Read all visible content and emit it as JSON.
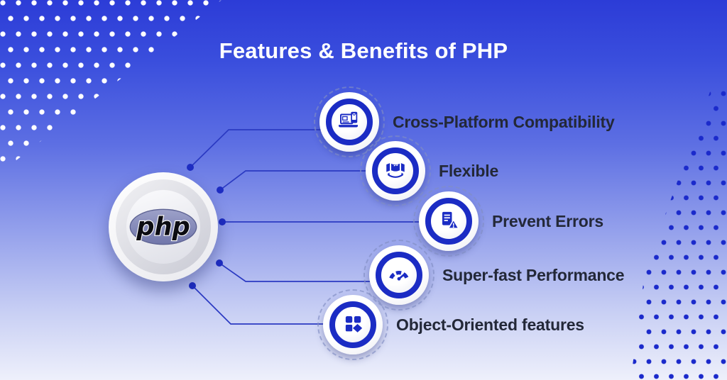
{
  "title": "Features & Benefits of PHP",
  "hub": {
    "logo_text": "php"
  },
  "features": [
    {
      "label": "Cross-Platform Compatibility",
      "icon": "cross-platform-devices-icon"
    },
    {
      "label": "Flexible",
      "icon": "flexible-banner-arrows-icon"
    },
    {
      "label": "Prevent Errors",
      "icon": "document-warning-icon"
    },
    {
      "label": "Super-fast Performance",
      "icon": "speedometer-icon"
    },
    {
      "label": "Object-Oriented features",
      "icon": "modular-shapes-icon"
    }
  ],
  "colors": {
    "accent_blue": "#1b2cc4",
    "connector_blue": "#2b3ac2",
    "label_dark": "#232838",
    "title_white": "#ffffff",
    "php_ellipse_purple": "#7a7fb5",
    "background_top": "#2c3cd7",
    "background_bottom": "#eef0fb",
    "dots_white": "#ffffff",
    "dots_blue": "#1b2acb"
  }
}
